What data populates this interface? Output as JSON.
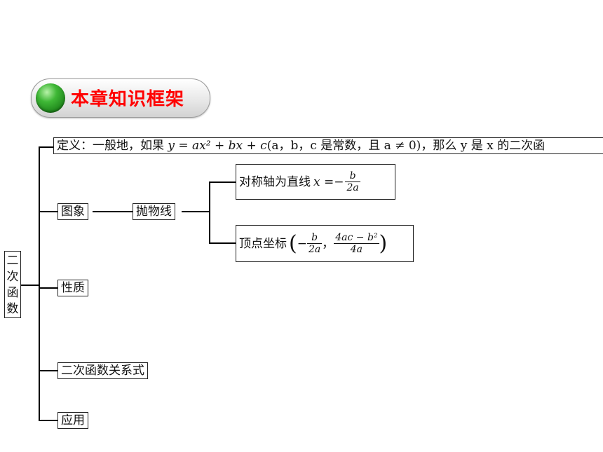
{
  "header": {
    "title": "本章知识框架"
  },
  "root": {
    "chars": [
      "二",
      "次",
      "函",
      "数"
    ]
  },
  "definition": {
    "pre": "定义：一般地，如果 ",
    "formula": "y = ax² + bx + c",
    "params": "(a，b，c 是常数，且 a ≠ 0)，那么 y 是 x 的二次函"
  },
  "branches": {
    "graph": "图象",
    "parabola": "抛物线",
    "properties": "性质",
    "relation": "二次函数关系式",
    "application": "应用"
  },
  "axis": {
    "label": "对称轴为直线 ",
    "lhs": "x =−",
    "num": "b",
    "den": "2a"
  },
  "vertex": {
    "label": "顶点坐标",
    "frac1_sign": "−",
    "frac1_num": "b",
    "frac1_den": "2a",
    "sep": "，",
    "frac2_num": "4ac − b²",
    "frac2_den": "4a"
  }
}
